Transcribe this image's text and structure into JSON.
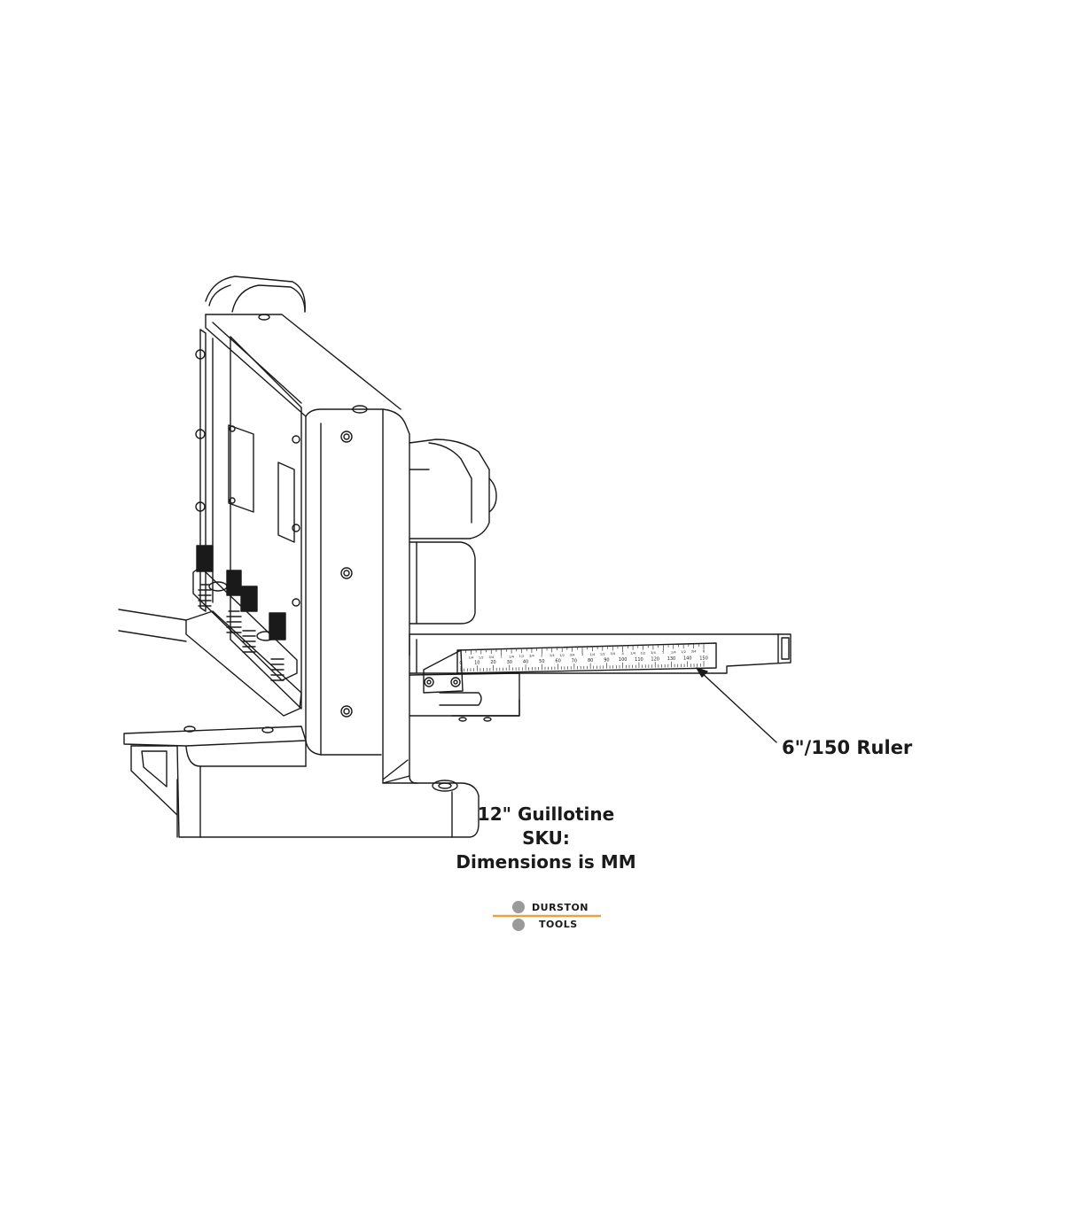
{
  "callouts": {
    "ruler": "6\"/150 Ruler"
  },
  "title_block": {
    "line1": "12\" Guillotine",
    "line2": "SKU:",
    "line3": "Dimensions is MM"
  },
  "logo": {
    "word1": "DURSTON",
    "word2": "TOOLS",
    "accent_color": "#e8a33d",
    "circle_color": "#9a9a9a"
  },
  "ruler_scale": {
    "mm_labels": [
      "0",
      "10",
      "20",
      "30",
      "40",
      "50",
      "60",
      "70",
      "80",
      "90",
      "100",
      "110",
      "120",
      "130",
      "140",
      "150"
    ],
    "inch_labels": [
      "1/4",
      "1/2",
      "3/4",
      "1",
      "1/4",
      "1/2",
      "3/4",
      "2",
      "1/4",
      "1/2",
      "3/4",
      "3",
      "1/4",
      "1/2",
      "3/4",
      "4",
      "1/4",
      "1/2",
      "3/4",
      "5",
      "1/4",
      "1/2",
      "3/4",
      "6"
    ]
  },
  "line_color": "#1a1a1a"
}
